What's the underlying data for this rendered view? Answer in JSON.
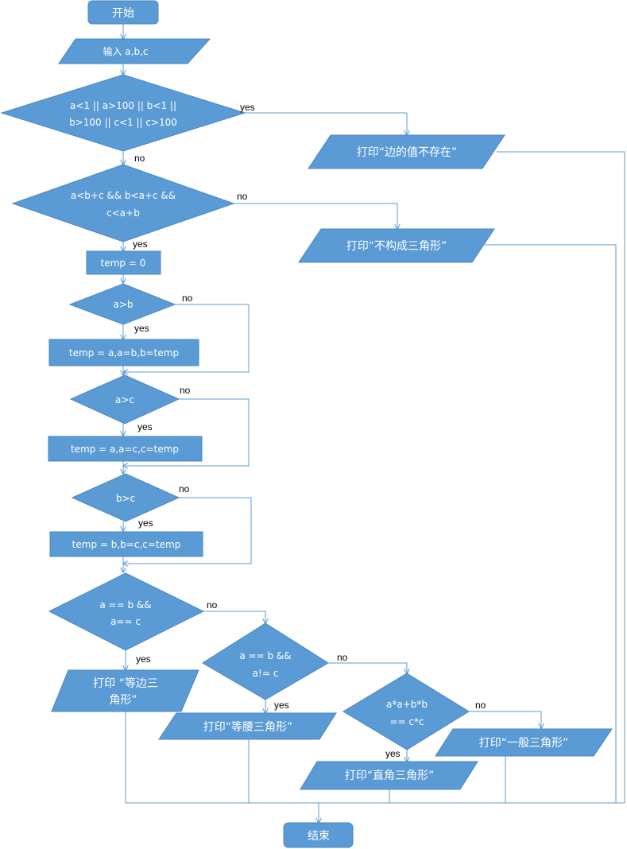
{
  "flowchart": {
    "start": "开始",
    "input": "输入 a,b,c",
    "range_check": {
      "line1": "a<1 || a>100 || b<1 ||",
      "line2": "b>100 || c<1 || c>100"
    },
    "print_not_exist": "打印“边的值不存在”",
    "triangle_check": {
      "line1": "a<b+c && b<a+c &&",
      "line2": "c<a+b"
    },
    "print_not_triangle": "打印“不构成三角形”",
    "init_temp": "temp = 0",
    "cmp_ab": "a>b",
    "swap_ab": "temp = a,a=b,b=temp",
    "cmp_ac": "a>c",
    "swap_ac": "temp = a,a=c,c=temp",
    "cmp_bc": "b>c",
    "swap_bc": "temp = b,b=c,c=temp",
    "equilateral_check": {
      "line1": "a == b &&",
      "line2": "a== c"
    },
    "print_equilateral": {
      "line1": "打印 “等边三",
      "line2": "角形”"
    },
    "isosceles_check": {
      "line1": "a == b &&",
      "line2": "a!= c"
    },
    "print_isosceles": "打印“等腰三角形”",
    "right_check": {
      "line1": "a*a+b*b",
      "line2": "== c*c"
    },
    "print_right": "打印“直角三角形”",
    "print_general": "打印“一般三角形”",
    "end": "结束"
  },
  "labels": {
    "yes": "yes",
    "no": "no"
  },
  "colors": {
    "fill": "#5b9bd5",
    "stroke": "#4a87c2",
    "connector": "#5b9bd5"
  }
}
